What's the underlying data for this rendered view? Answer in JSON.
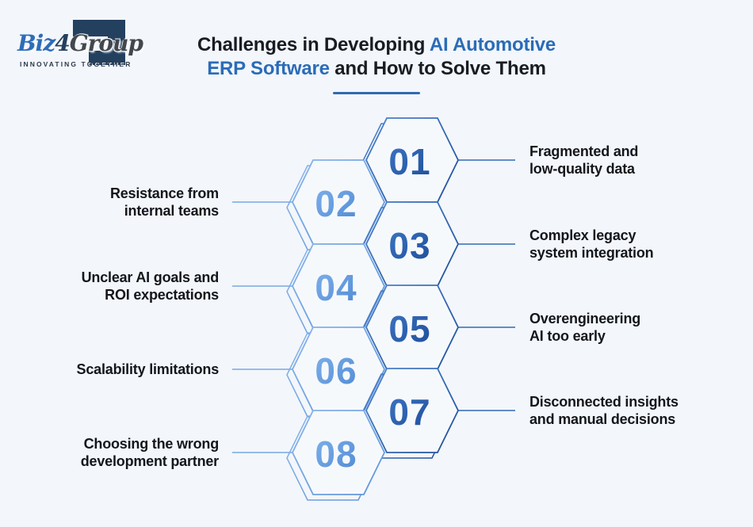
{
  "logo": {
    "brand_biz": "Biz",
    "brand_4": "4",
    "brand_group": "Group",
    "tagline": "INNOVATING TOGETHER"
  },
  "title": {
    "line1_dark": "Challenges in Developing ",
    "line1_blue": "AI Automotive",
    "line2_blue": "ERP Software",
    "line2_dark": " and How to Solve Them"
  },
  "colors": {
    "background": "#f3f6fa",
    "hexagon_fill": "#f6f9fc",
    "dark_blue": "#1e4f9b",
    "medium_blue": "#2a6cb8",
    "light_blue": "#74a9e2",
    "text_dark": "#13161b",
    "logo_navy": "#24405f"
  },
  "items": [
    {
      "number": "01",
      "side": "right",
      "label_line1": "Fragmented and",
      "label_line2": "low-quality data"
    },
    {
      "number": "02",
      "side": "left",
      "label_line1": "Resistance from",
      "label_line2": "internal teams"
    },
    {
      "number": "03",
      "side": "right",
      "label_line1": "Complex legacy",
      "label_line2": "system integration"
    },
    {
      "number": "04",
      "side": "left",
      "label_line1": "Unclear AI goals and",
      "label_line2": "ROI expectations"
    },
    {
      "number": "05",
      "side": "right",
      "label_line1": "Overengineering",
      "label_line2": "AI too early"
    },
    {
      "number": "06",
      "side": "left",
      "label_line1": "Scalability limitations",
      "label_line2": ""
    },
    {
      "number": "07",
      "side": "right",
      "label_line1": "Disconnected insights",
      "label_line2": "and manual decisions"
    },
    {
      "number": "08",
      "side": "left",
      "label_line1": "Choosing the wrong",
      "label_line2": "development partner"
    }
  ]
}
